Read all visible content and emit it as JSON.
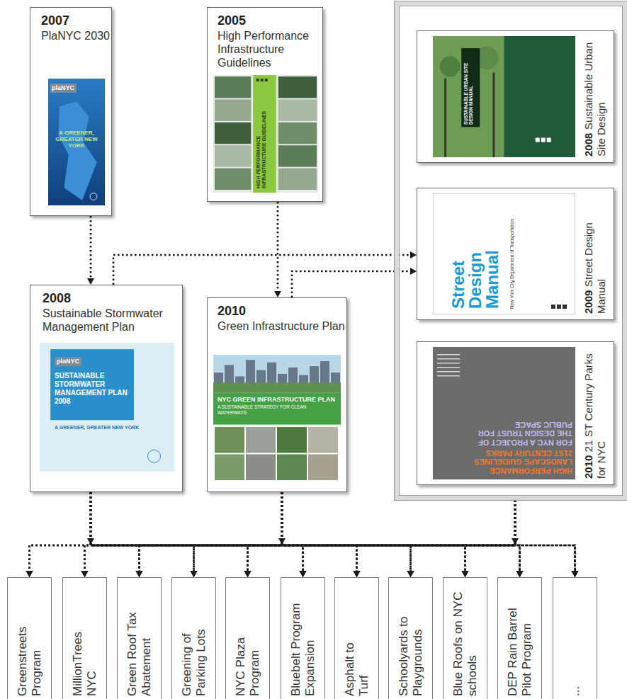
{
  "diagram": {
    "nodes": [
      {
        "text": [
          "2007",
          "PlaNYC 2030",
          "plaNYC",
          "A GREENER, GREATER NEW YORK"
        ]
      },
      {
        "text": [
          "2005",
          "High Performance Infrastructure Guidelines",
          "HIGH PERFORMANCE INFRASTRUCTURE GUIDELINES"
        ]
      },
      {
        "text": []
      },
      {
        "text": [
          "2008",
          "Sustainable Urban Site Design",
          "SUSTAINABLE URBAN SITE DESIGN MANUAL"
        ],
        "in": 2
      },
      {
        "text": [
          "2009",
          "Street Design Manual",
          "Street Design Manual",
          "New York City Department of Transportation"
        ],
        "in": 2
      },
      {
        "text": [
          "2010",
          "21 ST Century Parks for NYC",
          "HIGH PERFORMANCE LANDSCAPE GUIDELINES 21ST CENTURY PARKS",
          "FOR NYC A PROJECT OF THE DESIGN TRUST FOR PUBLIC SPACE"
        ],
        "in": 2
      },
      {
        "text": [
          "2008",
          "Sustainable Stormwater Management Plan",
          "plaNYC",
          "SUSTAINABLE STORMWATER MANAGEMENT PLAN 2008",
          "A GREENER, GREATER NEW YORK"
        ]
      },
      {
        "text": [
          "2010",
          "Green Infrastructure Plan",
          "NYC GREEN INFRASTRUCTURE PLAN",
          "A SUSTAINABLE STRATEGY FOR CLEAN WATERWAYS"
        ]
      },
      {
        "text": [
          "Greenstreets Program"
        ]
      },
      {
        "text": [
          "MillionTrees NYC"
        ]
      },
      {
        "text": [
          "Green Roof Tax Abatement"
        ]
      },
      {
        "text": [
          "Greening of Parking Lots"
        ]
      },
      {
        "text": [
          "NYC Plaza Program"
        ]
      },
      {
        "text": [
          "Bluebelt Program Expansion"
        ]
      },
      {
        "text": [
          "Asphalt to Turf"
        ]
      },
      {
        "text": [
          "Schoolyards to Playgrounds"
        ]
      },
      {
        "text": [
          "Blue Roofs on NYC schools"
        ]
      },
      {
        "text": [
          "DEP Rain Barrel Pilot Program"
        ]
      },
      {
        "text": [
          "..."
        ]
      }
    ],
    "edges": [
      {
        "from": 0,
        "to": 6,
        "arrow": "to"
      },
      {
        "from": 1,
        "to": 7,
        "arrow": "to"
      },
      {
        "from": 6,
        "to": 4,
        "arrow": "to"
      },
      {
        "from": 7,
        "to": 4,
        "arrow": "to"
      },
      {
        "from": 6,
        "to": 8,
        "arrow": "to"
      },
      {
        "from": 6,
        "to": 9,
        "arrow": "to"
      },
      {
        "from": 6,
        "to": 10,
        "arrow": "to"
      },
      {
        "from": 6,
        "to": 11,
        "arrow": "to"
      },
      {
        "from": 6,
        "to": 12,
        "arrow": "to"
      },
      {
        "from": 6,
        "to": 13,
        "arrow": "to"
      },
      {
        "from": 6,
        "to": 14,
        "arrow": "to"
      },
      {
        "from": 6,
        "to": 15,
        "arrow": "to"
      },
      {
        "from": 6,
        "to": 16,
        "arrow": "to"
      },
      {
        "from": 6,
        "to": 17,
        "arrow": "to"
      },
      {
        "from": 6,
        "to": 18,
        "arrow": "to"
      },
      {
        "from": 7,
        "to": 8,
        "arrow": "to"
      },
      {
        "from": 7,
        "to": 9,
        "arrow": "to"
      },
      {
        "from": 7,
        "to": 10,
        "arrow": "to"
      },
      {
        "from": 7,
        "to": 11,
        "arrow": "to"
      },
      {
        "from": 7,
        "to": 12,
        "arrow": "to"
      },
      {
        "from": 7,
        "to": 13,
        "arrow": "to"
      },
      {
        "from": 7,
        "to": 14,
        "arrow": "to"
      },
      {
        "from": 7,
        "to": 15,
        "arrow": "to"
      },
      {
        "from": 7,
        "to": 16,
        "arrow": "to"
      },
      {
        "from": 7,
        "to": 17,
        "arrow": "to"
      },
      {
        "from": 7,
        "to": 18,
        "arrow": "to"
      },
      {
        "from": 2,
        "to": 8,
        "arrow": "to"
      },
      {
        "from": 2,
        "to": 9,
        "arrow": "to"
      },
      {
        "from": 2,
        "to": 10,
        "arrow": "to"
      },
      {
        "from": 2,
        "to": 11,
        "arrow": "to"
      },
      {
        "from": 2,
        "to": 12,
        "arrow": "to"
      },
      {
        "from": 2,
        "to": 13,
        "arrow": "to"
      },
      {
        "from": 2,
        "to": 14,
        "arrow": "to"
      },
      {
        "from": 2,
        "to": 15,
        "arrow": "to"
      },
      {
        "from": 2,
        "to": 16,
        "arrow": "to"
      },
      {
        "from": 2,
        "to": 17,
        "arrow": "to"
      },
      {
        "from": 2,
        "to": 18,
        "arrow": "to"
      }
    ]
  }
}
